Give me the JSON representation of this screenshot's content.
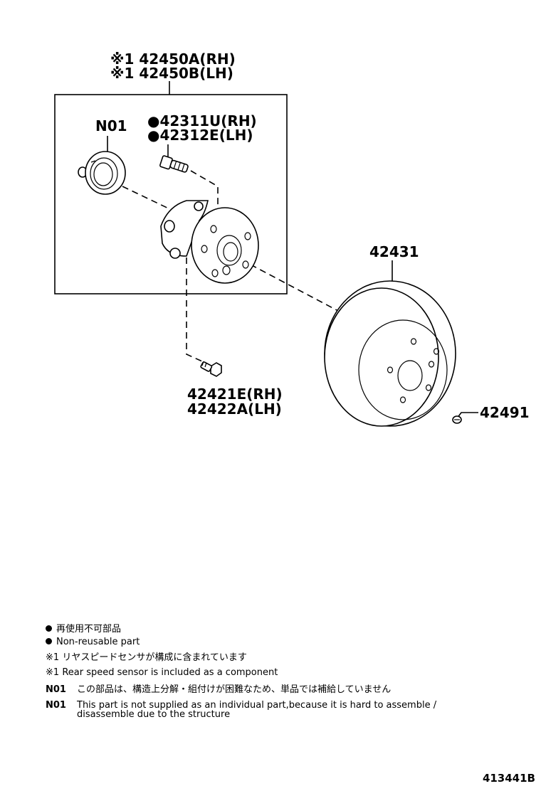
{
  "callouts": {
    "hub_rh": "※1 42450A(RH)",
    "hub_lh": "※1 42450B(LH)",
    "n01": "N01",
    "stud_rh": "●42311U(RH)",
    "stud_lh": "●42312E(LH)",
    "disc": "42431",
    "bolt_rh": "42421E(RH)",
    "bolt_lh": "42422A(LH)",
    "screw": "42491"
  },
  "legend": {
    "non_reusable_jp": "再使用不可部品",
    "non_reusable_en": "Non-reusable part",
    "note1_key": "※1",
    "note1_jp": "リヤスピードセンサが構成に含まれています",
    "note1_en": "Rear speed sensor is included as a component",
    "n01_key": "N01",
    "n01_jp": "この部品は、構造上分解・組付けが困難なため、単品では補給していません",
    "n01_en_line1": "This part is not supplied as an individual part,because it is hard to assemble /",
    "n01_en_line2": "disassemble due to the structure"
  },
  "figure_id": "413441B"
}
